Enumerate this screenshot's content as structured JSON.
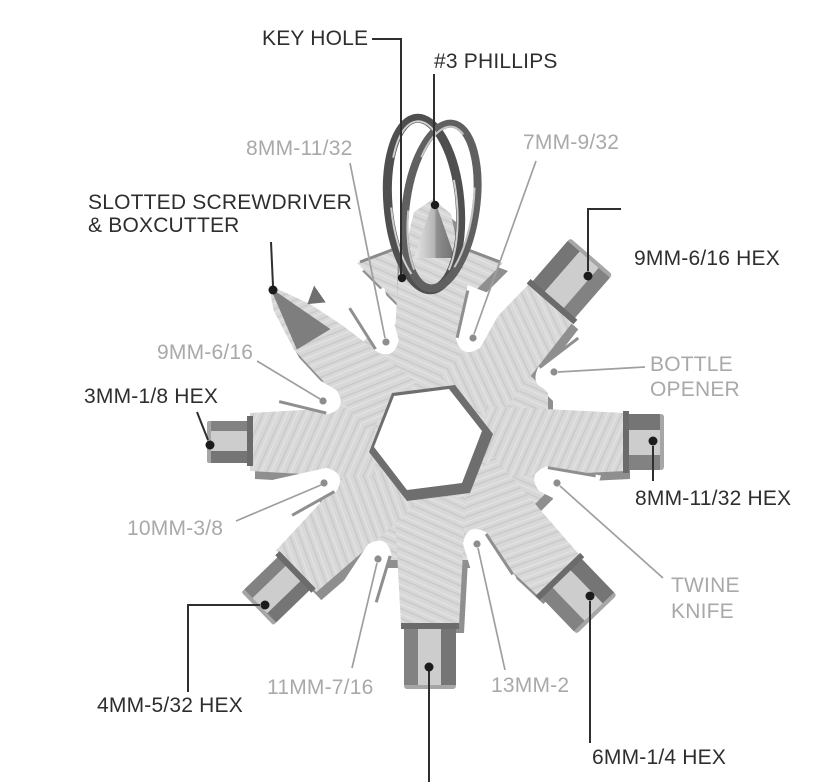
{
  "diagram": {
    "subject": "snowflake multi-tool",
    "colors": {
      "background": "#ffffff",
      "label_dark": "#2e2e2e",
      "label_gray": "#a9a9a9",
      "leader_dark": "#2f2f2f",
      "leader_gray": "#9f9f9f",
      "metal_light": "#d8d8d8",
      "metal_shadow": "#8f8f8f",
      "bit_dark": "#757575"
    }
  },
  "labels": {
    "key_hole": "KEY HOLE",
    "phillips_3": "#3 PHILLIPS",
    "slotted_line1": "SLOTTED SCREWDRIVER",
    "slotted_line2": "& BOXCUTTER",
    "wrench_8mm": "8MM-11/32",
    "wrench_7mm": "7MM-9/32",
    "hex_9mm": "9MM-6/16 HEX",
    "wrench_9mm": "9MM-6/16",
    "bottle_line1": "BOTTLE",
    "bottle_line2": "OPENER",
    "hex_3mm": "3MM-1/8 HEX",
    "hex_8mm": "8MM-11/32 HEX",
    "wrench_10mm": "10MM-3/8",
    "twine_line1": "TWINE",
    "twine_line2": "KNIFE",
    "hex_4mm": "4MM-5/32 HEX",
    "wrench_11mm": "11MM-7/16",
    "wrench_13mm": "13MM-2",
    "hex_6mm": "6MM-1/4 HEX"
  }
}
